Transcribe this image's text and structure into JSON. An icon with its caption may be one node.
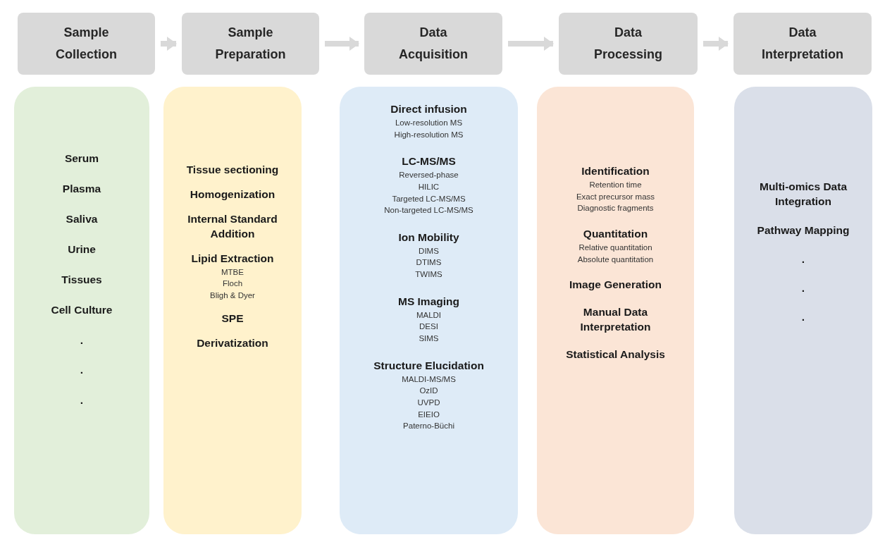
{
  "diagram": {
    "nodes": [
      {
        "text": [
          "Sample Collection"
        ]
      },
      {
        "text": [
          "Sample Preparation"
        ]
      },
      {
        "text": [
          "Data Acquisition"
        ]
      },
      {
        "text": [
          "Data Processing"
        ]
      },
      {
        "text": [
          "Data Interpretation"
        ]
      },
      {
        "text": [],
        "shape": "box"
      },
      {
        "text": [],
        "shape": "box"
      },
      {
        "text": [],
        "shape": "box"
      },
      {
        "text": [],
        "shape": "box"
      },
      {
        "text": [],
        "shape": "box"
      },
      {
        "text": [
          "Serum"
        ],
        "in": 5
      },
      {
        "text": [
          "Plasma"
        ],
        "in": 5
      },
      {
        "text": [
          "Saliva"
        ],
        "in": 5
      },
      {
        "text": [
          "Urine"
        ],
        "in": 5
      },
      {
        "text": [
          "Tissues"
        ],
        "in": 5
      },
      {
        "text": [
          "Cell Culture"
        ],
        "in": 5
      },
      {
        "text": [
          "."
        ],
        "in": 5
      },
      {
        "text": [
          "."
        ],
        "in": 5
      },
      {
        "text": [
          "."
        ],
        "in": 5
      },
      {
        "text": [
          "Tissue sectioning"
        ],
        "in": 6
      },
      {
        "text": [
          "Homogenization"
        ],
        "in": 6
      },
      {
        "text": [
          "Internal Standard Addition"
        ],
        "in": 6
      },
      {
        "text": [
          "Lipid Extraction",
          "MTBE",
          "Floch",
          "Bligh & Dyer"
        ],
        "in": 6
      },
      {
        "text": [
          "SPE"
        ],
        "in": 6
      },
      {
        "text": [
          "Derivatization"
        ],
        "in": 6
      },
      {
        "text": [
          "Direct infusion",
          "Low-resolution MS",
          "High-resolution MS"
        ],
        "in": 7
      },
      {
        "text": [
          "LC-MS/MS",
          "Reversed-phase",
          "HILIC",
          "Targeted LC-MS/MS",
          "Non-targeted LC-MS/MS"
        ],
        "in": 7
      },
      {
        "text": [
          "Ion Mobility",
          "DIMS",
          "DTIMS",
          "TWIMS"
        ],
        "in": 7
      },
      {
        "text": [
          "MS Imaging",
          "MALDI",
          "DESI",
          "SIMS"
        ],
        "in": 7
      },
      {
        "text": [
          "Structure Elucidation",
          "MALDI-MS/MS",
          "OzID",
          "UVPD",
          "EIEIO",
          "Paterno-Büchi"
        ],
        "in": 7
      },
      {
        "text": [
          "Identification",
          "Retention time",
          "Exact precursor mass",
          "Diagnostic fragments"
        ],
        "in": 8
      },
      {
        "text": [
          "Quantitation",
          "Relative quantitation",
          "Absolute quantitation"
        ],
        "in": 8
      },
      {
        "text": [
          "Image Generation"
        ],
        "in": 8
      },
      {
        "text": [
          "Manual Data Interpretation"
        ],
        "in": 8
      },
      {
        "text": [
          "Statistical Analysis"
        ],
        "in": 8
      },
      {
        "text": [
          "Multi-omics Data Integration"
        ],
        "in": 9
      },
      {
        "text": [
          "Pathway Mapping"
        ],
        "in": 9
      },
      {
        "text": [
          "."
        ],
        "in": 9
      },
      {
        "text": [
          "."
        ],
        "in": 9
      },
      {
        "text": [
          "."
        ],
        "in": 9
      }
    ],
    "edges": [
      {
        "from": 0,
        "to": 1,
        "arrow": "to"
      },
      {
        "from": 1,
        "to": 2,
        "arrow": "to"
      },
      {
        "from": 2,
        "to": 3,
        "arrow": "to"
      },
      {
        "from": 3,
        "to": 4,
        "arrow": "to"
      }
    ]
  }
}
